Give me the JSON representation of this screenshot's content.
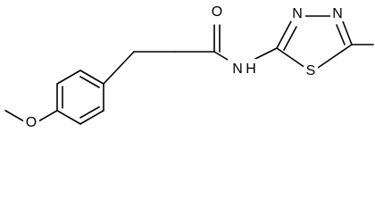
{
  "atoms": {
    "methoxy_oxygen": "O",
    "carbonyl_oxygen": "O",
    "amide_nitrogen": "N",
    "amide_hydrogen": "H",
    "ring_nitrogen_1": "N",
    "ring_nitrogen_2": "N",
    "ring_sulfur": "S"
  },
  "colors": {
    "bond": "#000000",
    "label": "#000000",
    "background": "#ffffff"
  }
}
